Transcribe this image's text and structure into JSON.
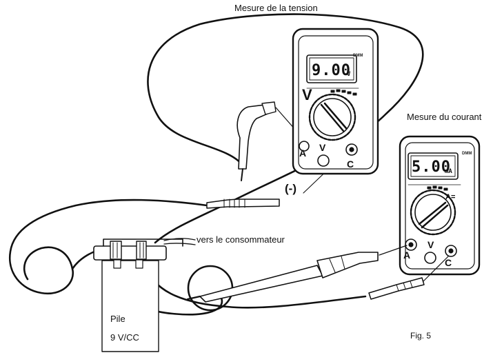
{
  "labels": {
    "voltage_title": "Mesure de la tension",
    "current_title": "Mesure du courant",
    "consumer": "vers le consommateur",
    "battery_name": "Pile",
    "battery_voltage": "9 V/CC",
    "figure": "Fig. 5",
    "minus": "(-)"
  },
  "voltmeter": {
    "display_value": "9.00",
    "display_unit": "V",
    "brand": "DMM",
    "mode_symbol": "V",
    "terminals": [
      "A",
      "V",
      "C"
    ]
  },
  "ammeter": {
    "display_value": "5.00",
    "display_unit": "mA",
    "brand": "DMM",
    "mode_symbol": "A=",
    "terminals": [
      "A",
      "V",
      "C"
    ]
  },
  "colors": {
    "ink": "#111111",
    "background": "#ffffff",
    "device_fill": "#ffffff"
  }
}
